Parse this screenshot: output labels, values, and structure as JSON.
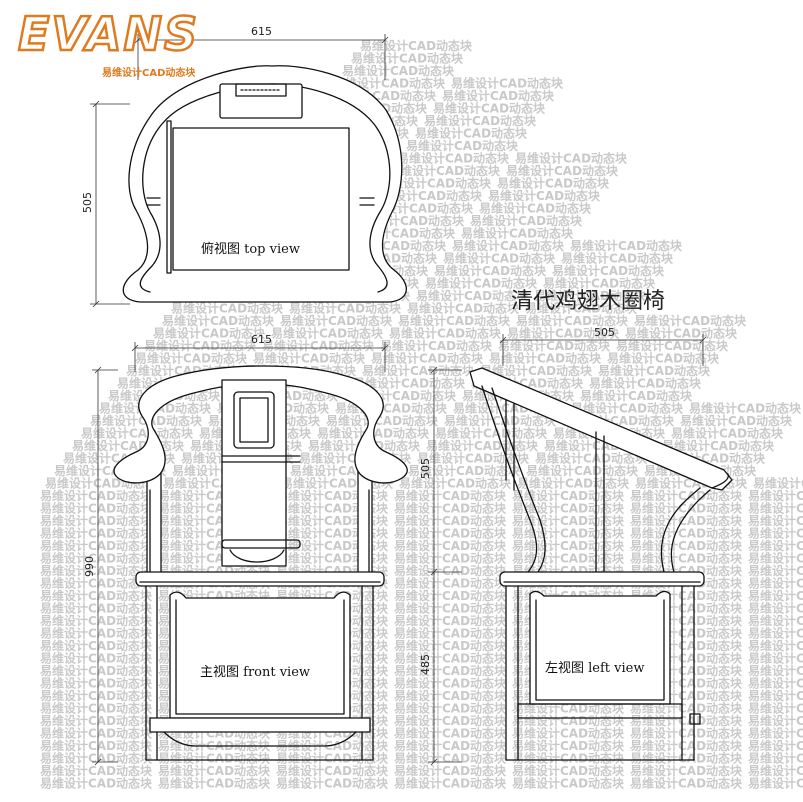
{
  "logo": {
    "word": "EVANS",
    "subtitle": "易维设计CAD动态块",
    "color": "#e07a1f"
  },
  "title": "清代鸡翅木圈椅",
  "views": {
    "top": "俯视图   top view",
    "front": "主视图   front view",
    "left": "左视图   left view"
  },
  "dimensions": {
    "top_width": "615",
    "top_depth": "505",
    "front_width": "615",
    "front_height": "990",
    "side_depth": "505",
    "side_upper": "505",
    "side_seat": "485"
  },
  "watermark": "易维设计CAD动态块"
}
